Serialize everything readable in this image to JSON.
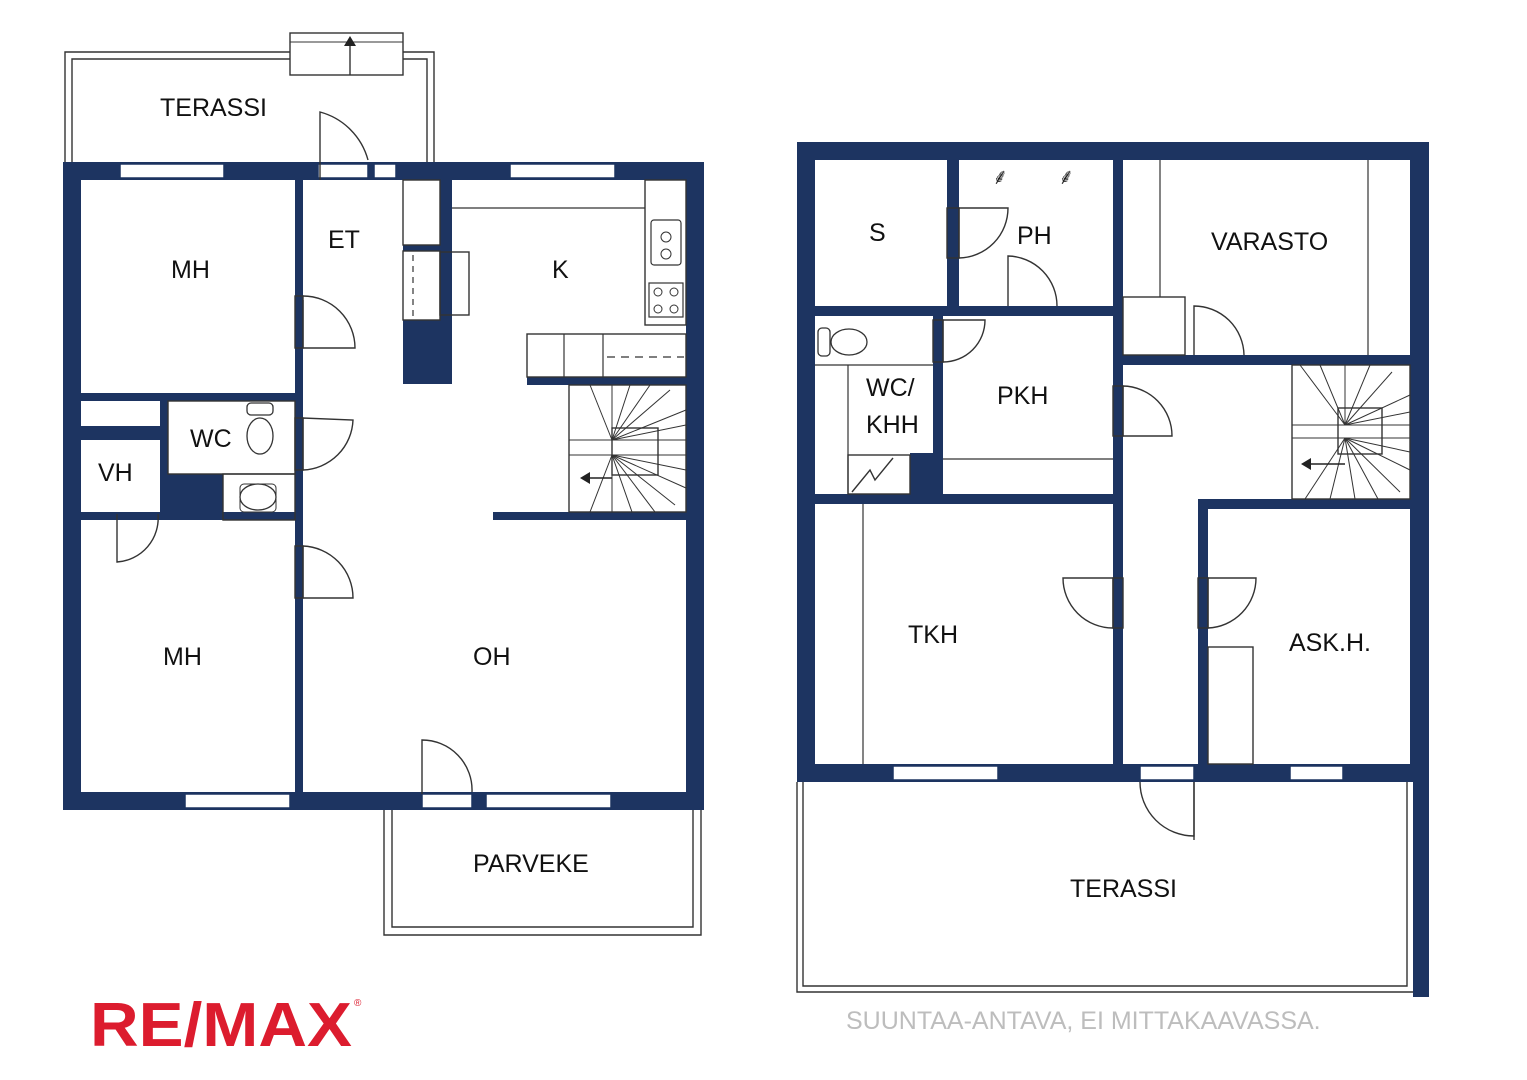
{
  "floor1": {
    "rooms": {
      "terassi_top": "TERASSI",
      "et": "ET",
      "k": "K",
      "mh_top": "MH",
      "wc": "WC",
      "vh": "VH",
      "mh_bottom": "MH",
      "oh": "OH",
      "parveke": "PARVEKE"
    }
  },
  "floor2": {
    "rooms": {
      "s": "S",
      "ph": "PH",
      "varasto": "VARASTO",
      "wc_khh_line1": "WC/",
      "wc_khh_line2": "KHH",
      "pkh": "PKH",
      "tkh": "TKH",
      "askh": "ASK.H.",
      "terassi_bottom": "TERASSI"
    }
  },
  "note": "SUUNTAA-ANTAVA, EI MITTAKAAVASSA.",
  "logo": {
    "text": "RE/MAX",
    "mark": "®"
  },
  "colors": {
    "wall": "#1d3461",
    "logo": "#dc1c2e",
    "note": "#bdbdbd"
  }
}
